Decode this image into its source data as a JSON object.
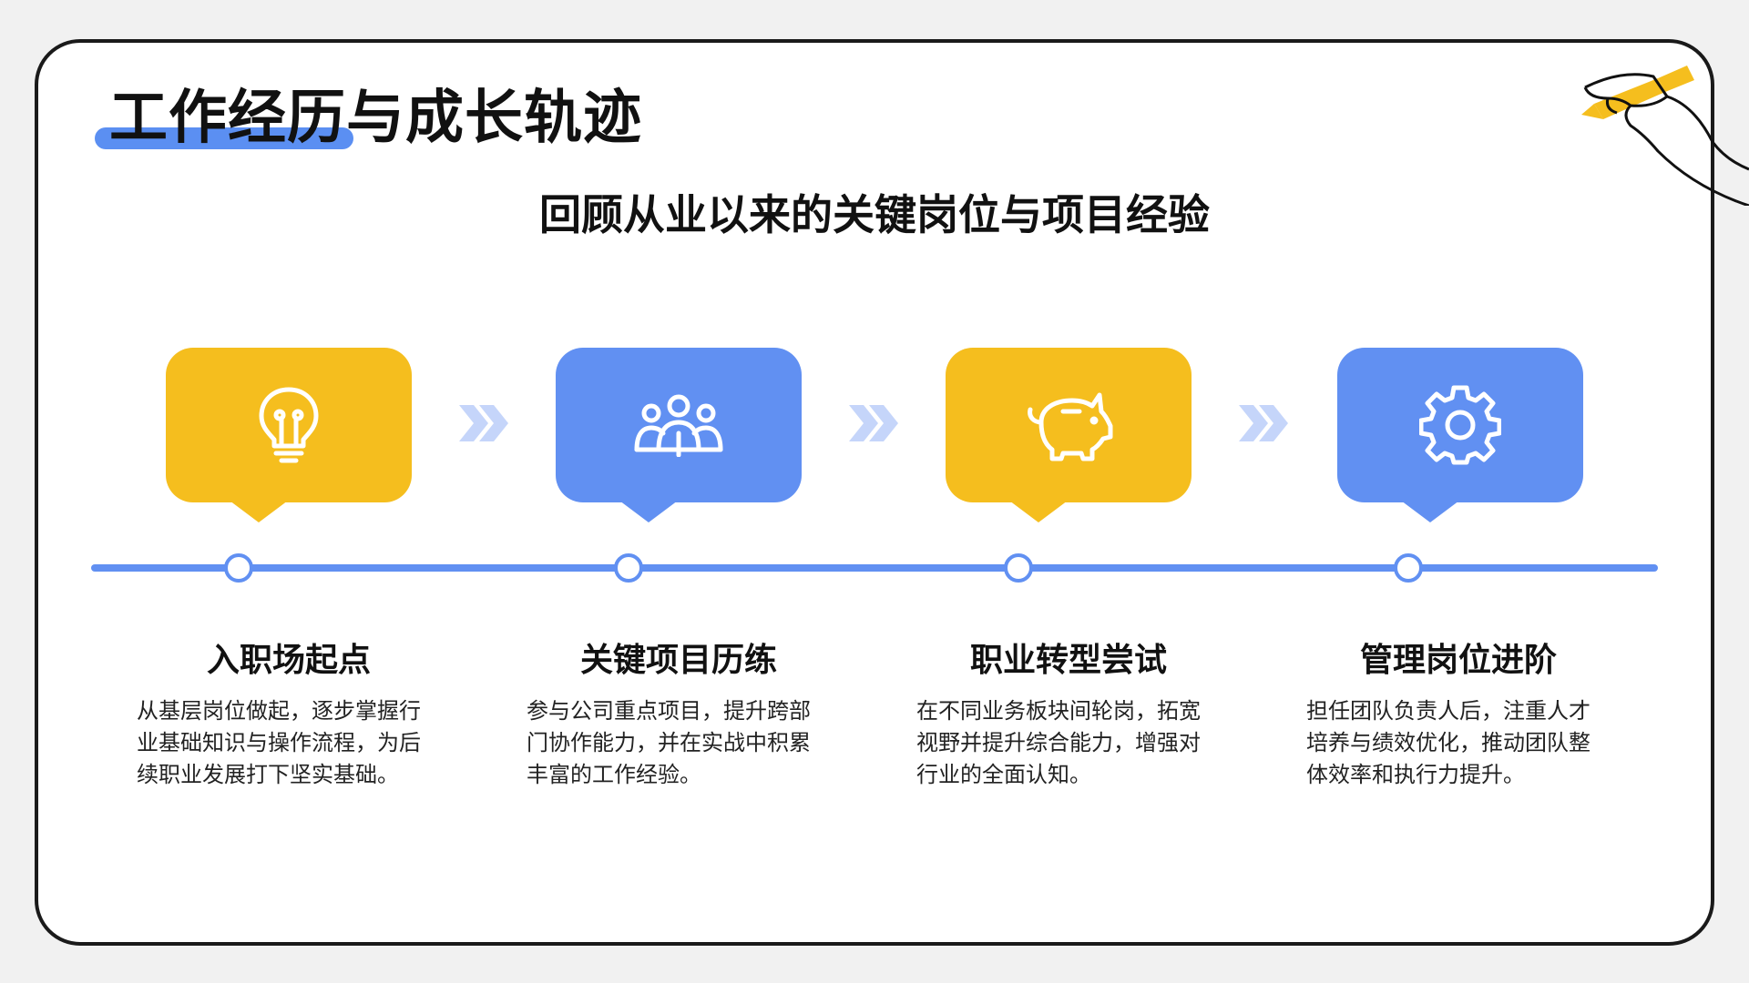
{
  "title": "工作经历与成长轨迹",
  "subtitle": "回顾从业以来的关键岗位与项目经验",
  "colors": {
    "yellow": "#f5be1e",
    "blue": "#6190f2",
    "border": "#1a1a1a"
  },
  "steps": [
    {
      "icon": "lightbulb-icon",
      "title": "入职场起点",
      "desc": "从基层岗位做起，逐步掌握行业基础知识与操作流程，为后续职业发展打下坚实基础。"
    },
    {
      "icon": "team-icon",
      "title": "关键项目历练",
      "desc": "参与公司重点项目，提升跨部门协作能力，并在实战中积累丰富的工作经验。"
    },
    {
      "icon": "piggy-bank-icon",
      "title": "职业转型尝试",
      "desc": "在不同业务板块间轮岗，拓宽视野并提升综合能力，增强对行业的全面认知。"
    },
    {
      "icon": "gear-icon",
      "title": "管理岗位进阶",
      "desc": "担任团队负责人后，注重人才培养与绩效优化，推动团队整体效率和执行力提升。"
    }
  ]
}
